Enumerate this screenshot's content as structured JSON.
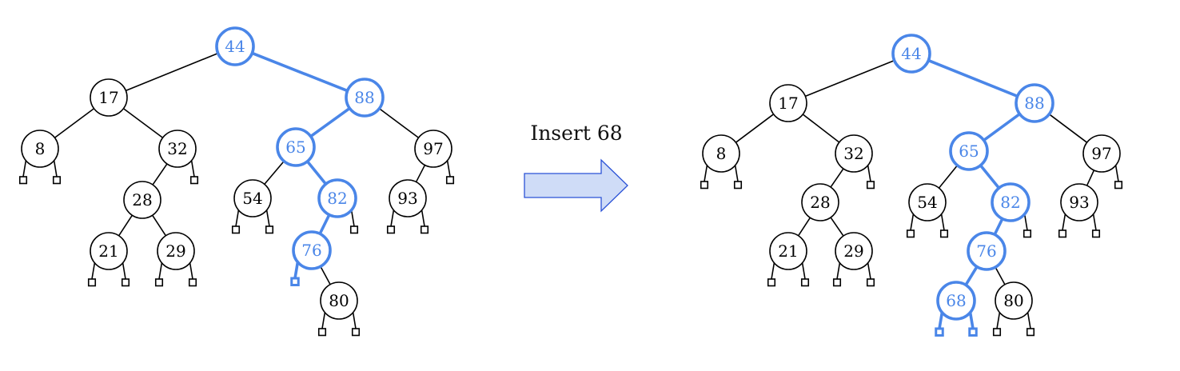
{
  "colors": {
    "highlight": "#4a86e8",
    "normal": "#000000",
    "arrow_fill": "#cfdcf7",
    "arrow_stroke": "#2a52d6",
    "background": "#ffffff"
  },
  "action": {
    "label": "Insert 68"
  },
  "trees": [
    {
      "name": "before",
      "nodes": [
        {
          "id": "n44",
          "key": "44",
          "highlight": true
        },
        {
          "id": "n17",
          "key": "17",
          "highlight": false
        },
        {
          "id": "n88",
          "key": "88",
          "highlight": true
        },
        {
          "id": "n8",
          "key": "8",
          "highlight": false
        },
        {
          "id": "n32",
          "key": "32",
          "highlight": false
        },
        {
          "id": "n65",
          "key": "65",
          "highlight": true
        },
        {
          "id": "n97",
          "key": "97",
          "highlight": false
        },
        {
          "id": "n28",
          "key": "28",
          "highlight": false
        },
        {
          "id": "n54",
          "key": "54",
          "highlight": false
        },
        {
          "id": "n82",
          "key": "82",
          "highlight": true
        },
        {
          "id": "n93",
          "key": "93",
          "highlight": false
        },
        {
          "id": "n21",
          "key": "21",
          "highlight": false
        },
        {
          "id": "n29",
          "key": "29",
          "highlight": false
        },
        {
          "id": "n76",
          "key": "76",
          "highlight": true
        },
        {
          "id": "n80",
          "key": "80",
          "highlight": false
        }
      ],
      "edges": [
        {
          "from": "n44",
          "to": "n17",
          "highlight": false
        },
        {
          "from": "n44",
          "to": "n88",
          "highlight": true
        },
        {
          "from": "n17",
          "to": "n8",
          "highlight": false
        },
        {
          "from": "n17",
          "to": "n32",
          "highlight": false
        },
        {
          "from": "n88",
          "to": "n65",
          "highlight": true
        },
        {
          "from": "n88",
          "to": "n97",
          "highlight": false
        },
        {
          "from": "n32",
          "to": "n28",
          "highlight": false
        },
        {
          "from": "n65",
          "to": "n54",
          "highlight": false
        },
        {
          "from": "n65",
          "to": "n82",
          "highlight": true
        },
        {
          "from": "n97",
          "to": "n93",
          "highlight": false
        },
        {
          "from": "n28",
          "to": "n21",
          "highlight": false
        },
        {
          "from": "n28",
          "to": "n29",
          "highlight": false
        },
        {
          "from": "n82",
          "to": "n76",
          "highlight": true
        },
        {
          "from": "n76",
          "to": "n80",
          "highlight": false
        }
      ],
      "leaves": [
        {
          "parent": "n8",
          "side": "left",
          "highlight": false
        },
        {
          "parent": "n8",
          "side": "right",
          "highlight": false
        },
        {
          "parent": "n32",
          "side": "right",
          "highlight": false
        },
        {
          "parent": "n54",
          "side": "left",
          "highlight": false
        },
        {
          "parent": "n54",
          "side": "right",
          "highlight": false
        },
        {
          "parent": "n82",
          "side": "right",
          "highlight": false
        },
        {
          "parent": "n97",
          "side": "right",
          "highlight": false
        },
        {
          "parent": "n93",
          "side": "left",
          "highlight": false
        },
        {
          "parent": "n93",
          "side": "right",
          "highlight": false
        },
        {
          "parent": "n21",
          "side": "left",
          "highlight": false
        },
        {
          "parent": "n21",
          "side": "right",
          "highlight": false
        },
        {
          "parent": "n29",
          "side": "left",
          "highlight": false
        },
        {
          "parent": "n29",
          "side": "right",
          "highlight": false
        },
        {
          "parent": "n76",
          "side": "left",
          "highlight": true
        },
        {
          "parent": "n80",
          "side": "left",
          "highlight": false
        },
        {
          "parent": "n80",
          "side": "right",
          "highlight": false
        }
      ]
    },
    {
      "name": "after",
      "nodes": [
        {
          "id": "n44",
          "key": "44",
          "highlight": true
        },
        {
          "id": "n17",
          "key": "17",
          "highlight": false
        },
        {
          "id": "n88",
          "key": "88",
          "highlight": true
        },
        {
          "id": "n8",
          "key": "8",
          "highlight": false
        },
        {
          "id": "n32",
          "key": "32",
          "highlight": false
        },
        {
          "id": "n65",
          "key": "65",
          "highlight": true
        },
        {
          "id": "n97",
          "key": "97",
          "highlight": false
        },
        {
          "id": "n28",
          "key": "28",
          "highlight": false
        },
        {
          "id": "n54",
          "key": "54",
          "highlight": false
        },
        {
          "id": "n82",
          "key": "82",
          "highlight": true
        },
        {
          "id": "n93",
          "key": "93",
          "highlight": false
        },
        {
          "id": "n21",
          "key": "21",
          "highlight": false
        },
        {
          "id": "n29",
          "key": "29",
          "highlight": false
        },
        {
          "id": "n76",
          "key": "76",
          "highlight": true
        },
        {
          "id": "n68",
          "key": "68",
          "highlight": true
        },
        {
          "id": "n80",
          "key": "80",
          "highlight": false
        }
      ],
      "edges": [
        {
          "from": "n44",
          "to": "n17",
          "highlight": false
        },
        {
          "from": "n44",
          "to": "n88",
          "highlight": true
        },
        {
          "from": "n17",
          "to": "n8",
          "highlight": false
        },
        {
          "from": "n17",
          "to": "n32",
          "highlight": false
        },
        {
          "from": "n88",
          "to": "n65",
          "highlight": true
        },
        {
          "from": "n88",
          "to": "n97",
          "highlight": false
        },
        {
          "from": "n32",
          "to": "n28",
          "highlight": false
        },
        {
          "from": "n65",
          "to": "n54",
          "highlight": false
        },
        {
          "from": "n65",
          "to": "n82",
          "highlight": true
        },
        {
          "from": "n97",
          "to": "n93",
          "highlight": false
        },
        {
          "from": "n28",
          "to": "n21",
          "highlight": false
        },
        {
          "from": "n28",
          "to": "n29",
          "highlight": false
        },
        {
          "from": "n82",
          "to": "n76",
          "highlight": true
        },
        {
          "from": "n76",
          "to": "n68",
          "highlight": true
        },
        {
          "from": "n76",
          "to": "n80",
          "highlight": false
        }
      ],
      "leaves": [
        {
          "parent": "n8",
          "side": "left",
          "highlight": false
        },
        {
          "parent": "n8",
          "side": "right",
          "highlight": false
        },
        {
          "parent": "n32",
          "side": "right",
          "highlight": false
        },
        {
          "parent": "n54",
          "side": "left",
          "highlight": false
        },
        {
          "parent": "n54",
          "side": "right",
          "highlight": false
        },
        {
          "parent": "n82",
          "side": "right",
          "highlight": false
        },
        {
          "parent": "n97",
          "side": "right",
          "highlight": false
        },
        {
          "parent": "n93",
          "side": "left",
          "highlight": false
        },
        {
          "parent": "n93",
          "side": "right",
          "highlight": false
        },
        {
          "parent": "n21",
          "side": "left",
          "highlight": false
        },
        {
          "parent": "n21",
          "side": "right",
          "highlight": false
        },
        {
          "parent": "n29",
          "side": "left",
          "highlight": false
        },
        {
          "parent": "n29",
          "side": "right",
          "highlight": false
        },
        {
          "parent": "n68",
          "side": "left",
          "highlight": true
        },
        {
          "parent": "n68",
          "side": "right",
          "highlight": true
        },
        {
          "parent": "n80",
          "side": "left",
          "highlight": false
        },
        {
          "parent": "n80",
          "side": "right",
          "highlight": false
        }
      ]
    }
  ]
}
